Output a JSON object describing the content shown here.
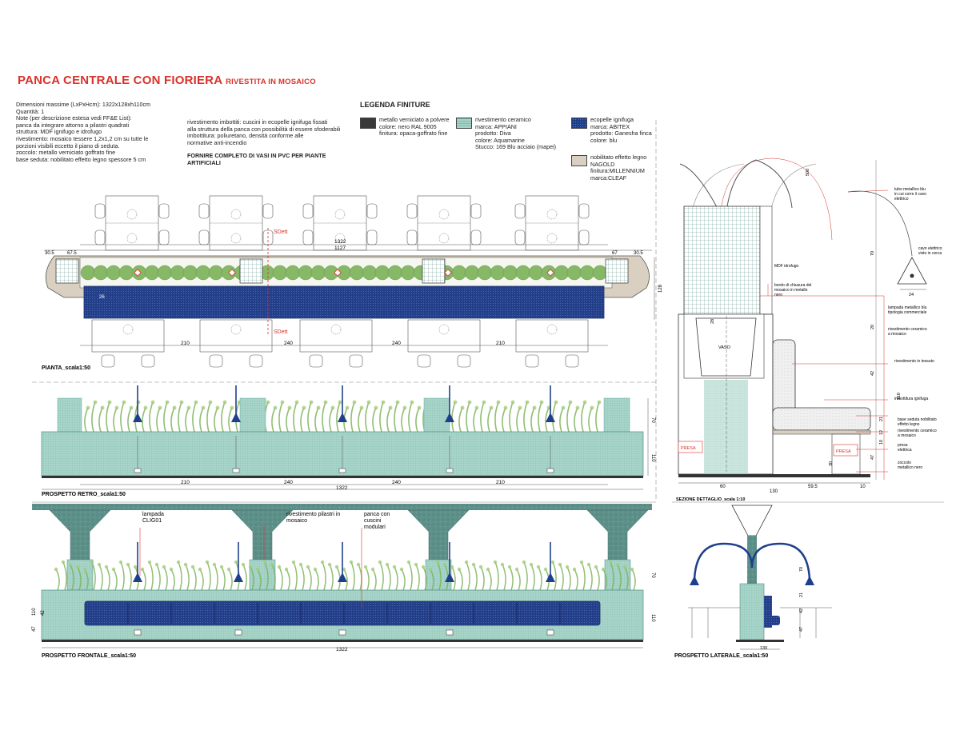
{
  "title": {
    "main": "PANCA CENTRALE CON FIORIERA",
    "sub": "RIVESTITA IN MOSAICO"
  },
  "specs": [
    "Dimensioni massime (LxPxHcm):     1322x128xh110cm",
    "Quantità:  1",
    "Note (per descrizione estesa vedi FF&E List):",
    "panca da integrare attorno a pilastri quadrati",
    "struttura:   MDF ignifugo e idrofugo",
    "rivestimento:   mosaico tessere 1,2x1,2 cm su tutte le",
    "porzioni visibili eccetto il piano di seduta.",
    "zoccolo:  metallo verniciato goffrato fine",
    "base seduta:  nobilitato effetto legno spessore 5 cm"
  ],
  "specs2": [
    "rivestimento imbottiti:     cuscini in ecopelle ignifuga fissati",
    "alla struttura della panca con possibilità di essere sfoderabili",
    "imbottitura:    poliuretano, densità conforme alle",
    "normative anti-incendio"
  ],
  "vasi_note": [
    "FORNIRE COMPLETO DI VASI IN PVC PER PIANTE",
    "ARTIFICIALI"
  ],
  "legend": {
    "title": "LEGENDA FINITURE",
    "items": [
      {
        "lines": [
          "metallo verniciato a polvere",
          "colore: nero RAL 9005",
          "finitura: opaca-goffrato fine"
        ],
        "color": "#3a3a3a"
      },
      {
        "lines": [
          "rivestimento ceramico",
          "marca: APPIANI",
          "prodotto: Diva",
          "colore: Aquamarine",
          "Stucco: 169 Blu acciaio (mapei)"
        ],
        "color": "#a7d4c8"
      },
      {
        "lines": [
          "ecopelle ignifuga",
          "marca: ABITEX",
          "prodotto: Ganesha finca",
          "colore: blu"
        ],
        "color": "#1f3f8c"
      },
      {
        "lines": [
          "nobilitato effetto legno",
          "NAGOLD",
          "finitura:MILLENNIUM",
          "marca:CLEAF"
        ],
        "color": "#d9d0c2"
      }
    ]
  },
  "plan": {
    "caption": "PIANTA_scala1:50",
    "dims_top": [
      "30.5",
      "67.5",
      "1322",
      "1127",
      "67",
      "30.5"
    ],
    "dims_bottom": [
      "210",
      "240",
      "240",
      "210"
    ],
    "section_mark": "SDett",
    "side_dim": "128",
    "small_dim": "26"
  },
  "rear": {
    "caption": "PROSPETTO RETRO_scala1:50",
    "dims": [
      "210",
      "240",
      "240",
      "210"
    ],
    "total": "1322",
    "h1": "70",
    "h2": "110"
  },
  "front": {
    "caption": "PROSPETTO FRONTALE_scala1:50",
    "total": "1322",
    "labels": [
      "lampada",
      "CLIG01",
      "rivestimento pilastri in",
      "mosaico",
      "panca con",
      "cuscini",
      "modulari"
    ],
    "h_left": [
      "110",
      "42",
      "47"
    ],
    "h_right": [
      "70",
      "110"
    ]
  },
  "section": {
    "caption": "SEZIONE DETTAGLIO_scala 1:10",
    "labels": [
      "tubo metallico blu",
      "in cui corre il cavo",
      "elettrico",
      "cavo elettrico",
      "visto in cerca",
      "MDF idrofugo",
      "bordo di chiusura del",
      "mosaico in metallo",
      "nero",
      "lampada metallico blu",
      "tipologia commerciale",
      "rivestimento ceramico",
      "a mosaico",
      "rivestimento in tessuto",
      "imbottitura ignifuga",
      "base seduta nobilitato",
      "effetto legno",
      "rivestimento ceramico",
      "a mosaico",
      "presa",
      "elettrica",
      "zoccolo",
      "metallico nero",
      "VASO",
      "PRESA"
    ],
    "dims_bottom": [
      "60",
      "130",
      "59.5",
      "10"
    ],
    "dims_v": [
      "500",
      "70",
      "20",
      "42",
      "47",
      "21",
      "12",
      "10",
      "110",
      "28",
      "30"
    ],
    "small": [
      "24"
    ]
  },
  "side": {
    "caption": "PROSPETTO LATERALE_scala1:50",
    "dims": [
      "70",
      "21",
      "42",
      "47"
    ],
    "width": "130"
  },
  "colors": {
    "accent": "#d8322b",
    "mosaic": "#a7d4c8",
    "mosaicDark": "#5e9d92",
    "cushion": "#1f3f8c",
    "plant": "#7db35a",
    "pillar": "#5c8f88",
    "black": "#333333",
    "wood": "#d9d0c2"
  }
}
